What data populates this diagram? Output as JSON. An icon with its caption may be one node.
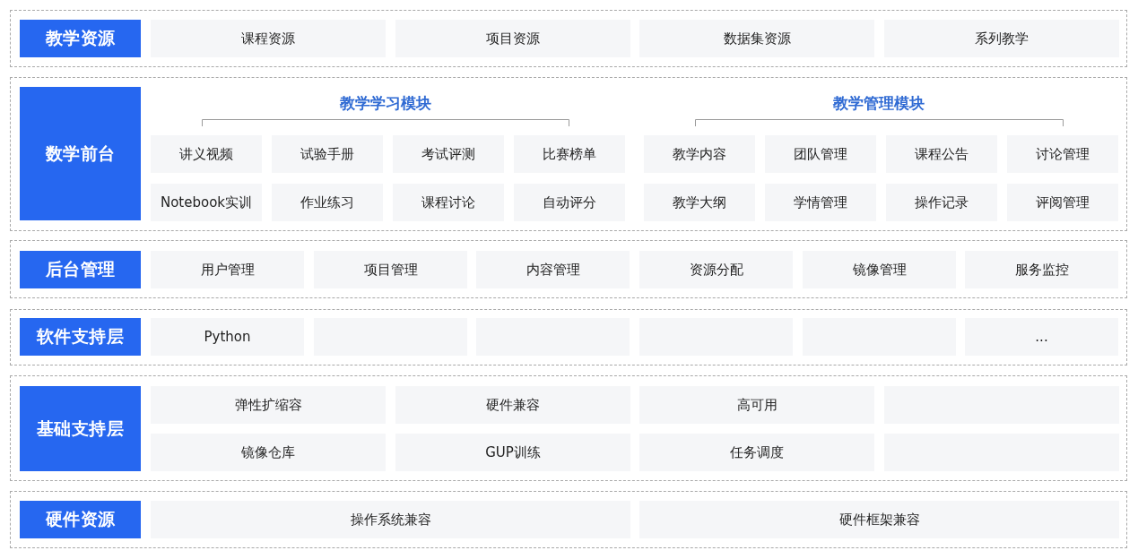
{
  "diagram": {
    "nodes": [
      {
        "text": [],
        "shape": "box"
      },
      {
        "text": [
          "教学资源"
        ],
        "in": 0
      },
      {
        "text": [
          "课程资源"
        ],
        "in": 0
      },
      {
        "text": [
          "项目资源"
        ],
        "in": 0
      },
      {
        "text": [
          "数据集资源"
        ],
        "in": 0
      },
      {
        "text": [
          "系列教学"
        ],
        "in": 0
      },
      {
        "text": [],
        "shape": "box"
      },
      {
        "text": [
          "数学前台"
        ],
        "in": 6
      },
      {
        "text": [
          "讲义视频"
        ],
        "in": 6
      },
      {
        "text": [
          "试验手册"
        ],
        "in": 6
      },
      {
        "text": [
          "考试评测"
        ],
        "in": 6
      },
      {
        "text": [
          "比赛榜单"
        ],
        "in": 6
      },
      {
        "text": [
          "教学内容"
        ],
        "in": 6
      },
      {
        "text": [
          "团队管理"
        ],
        "in": 6
      },
      {
        "text": [
          "课程公告"
        ],
        "in": 6
      },
      {
        "text": [
          "讨论管理"
        ],
        "in": 6
      },
      {
        "text": [
          "Notebook实训"
        ],
        "in": 6
      },
      {
        "text": [
          "作业练习"
        ],
        "in": 6
      },
      {
        "text": [
          "课程讨论"
        ],
        "in": 6
      },
      {
        "text": [
          "自动评分"
        ],
        "in": 6
      },
      {
        "text": [
          "教学大纲"
        ],
        "in": 6
      },
      {
        "text": [
          "学情管理"
        ],
        "in": 6
      },
      {
        "text": [
          "操作记录"
        ],
        "in": 6
      },
      {
        "text": [
          "评阅管理"
        ],
        "in": 6
      },
      {
        "text": [],
        "shape": "box"
      },
      {
        "text": [
          "后台管理"
        ],
        "in": 24
      },
      {
        "text": [
          "用户管理"
        ],
        "in": 24
      },
      {
        "text": [
          "项目管理"
        ],
        "in": 24
      },
      {
        "text": [
          "内容管理"
        ],
        "in": 24
      },
      {
        "text": [
          "资源分配"
        ],
        "in": 24
      },
      {
        "text": [
          "镜像管理"
        ],
        "in": 24
      },
      {
        "text": [
          "服务监控"
        ],
        "in": 24
      },
      {
        "text": [],
        "shape": "box"
      },
      {
        "text": [
          "软件支持层"
        ],
        "in": 32
      },
      {
        "text": [
          "Python"
        ],
        "in": 32
      },
      {
        "text": [],
        "shape": "box",
        "in": 32
      },
      {
        "text": [],
        "shape": "box",
        "in": 32
      },
      {
        "text": [],
        "shape": "box",
        "in": 32
      },
      {
        "text": [],
        "shape": "box",
        "in": 32
      },
      {
        "text": [
          "..."
        ],
        "in": 32
      },
      {
        "text": [],
        "shape": "box"
      },
      {
        "text": [
          "基础支持层"
        ],
        "in": 40
      },
      {
        "text": [
          "弹性扩缩容"
        ],
        "in": 40
      },
      {
        "text": [
          "硬件兼容"
        ],
        "in": 40
      },
      {
        "text": [
          "高可用"
        ],
        "in": 40
      },
      {
        "text": [],
        "shape": "box",
        "in": 40
      },
      {
        "text": [
          "镜像仓库"
        ],
        "in": 40
      },
      {
        "text": [
          "GUP训练"
        ],
        "in": 40
      },
      {
        "text": [
          "任务调度"
        ],
        "in": 40
      },
      {
        "text": [],
        "shape": "box",
        "in": 40
      },
      {
        "text": [],
        "shape": "box"
      },
      {
        "text": [
          "硬件资源"
        ],
        "in": 50
      },
      {
        "text": [
          "操作系统兼容"
        ],
        "in": 50
      },
      {
        "text": [
          "硬件框架兼容"
        ],
        "in": 50
      }
    ],
    "labels": [
      "教学学习模块",
      "教学管理模块"
    ]
  }
}
